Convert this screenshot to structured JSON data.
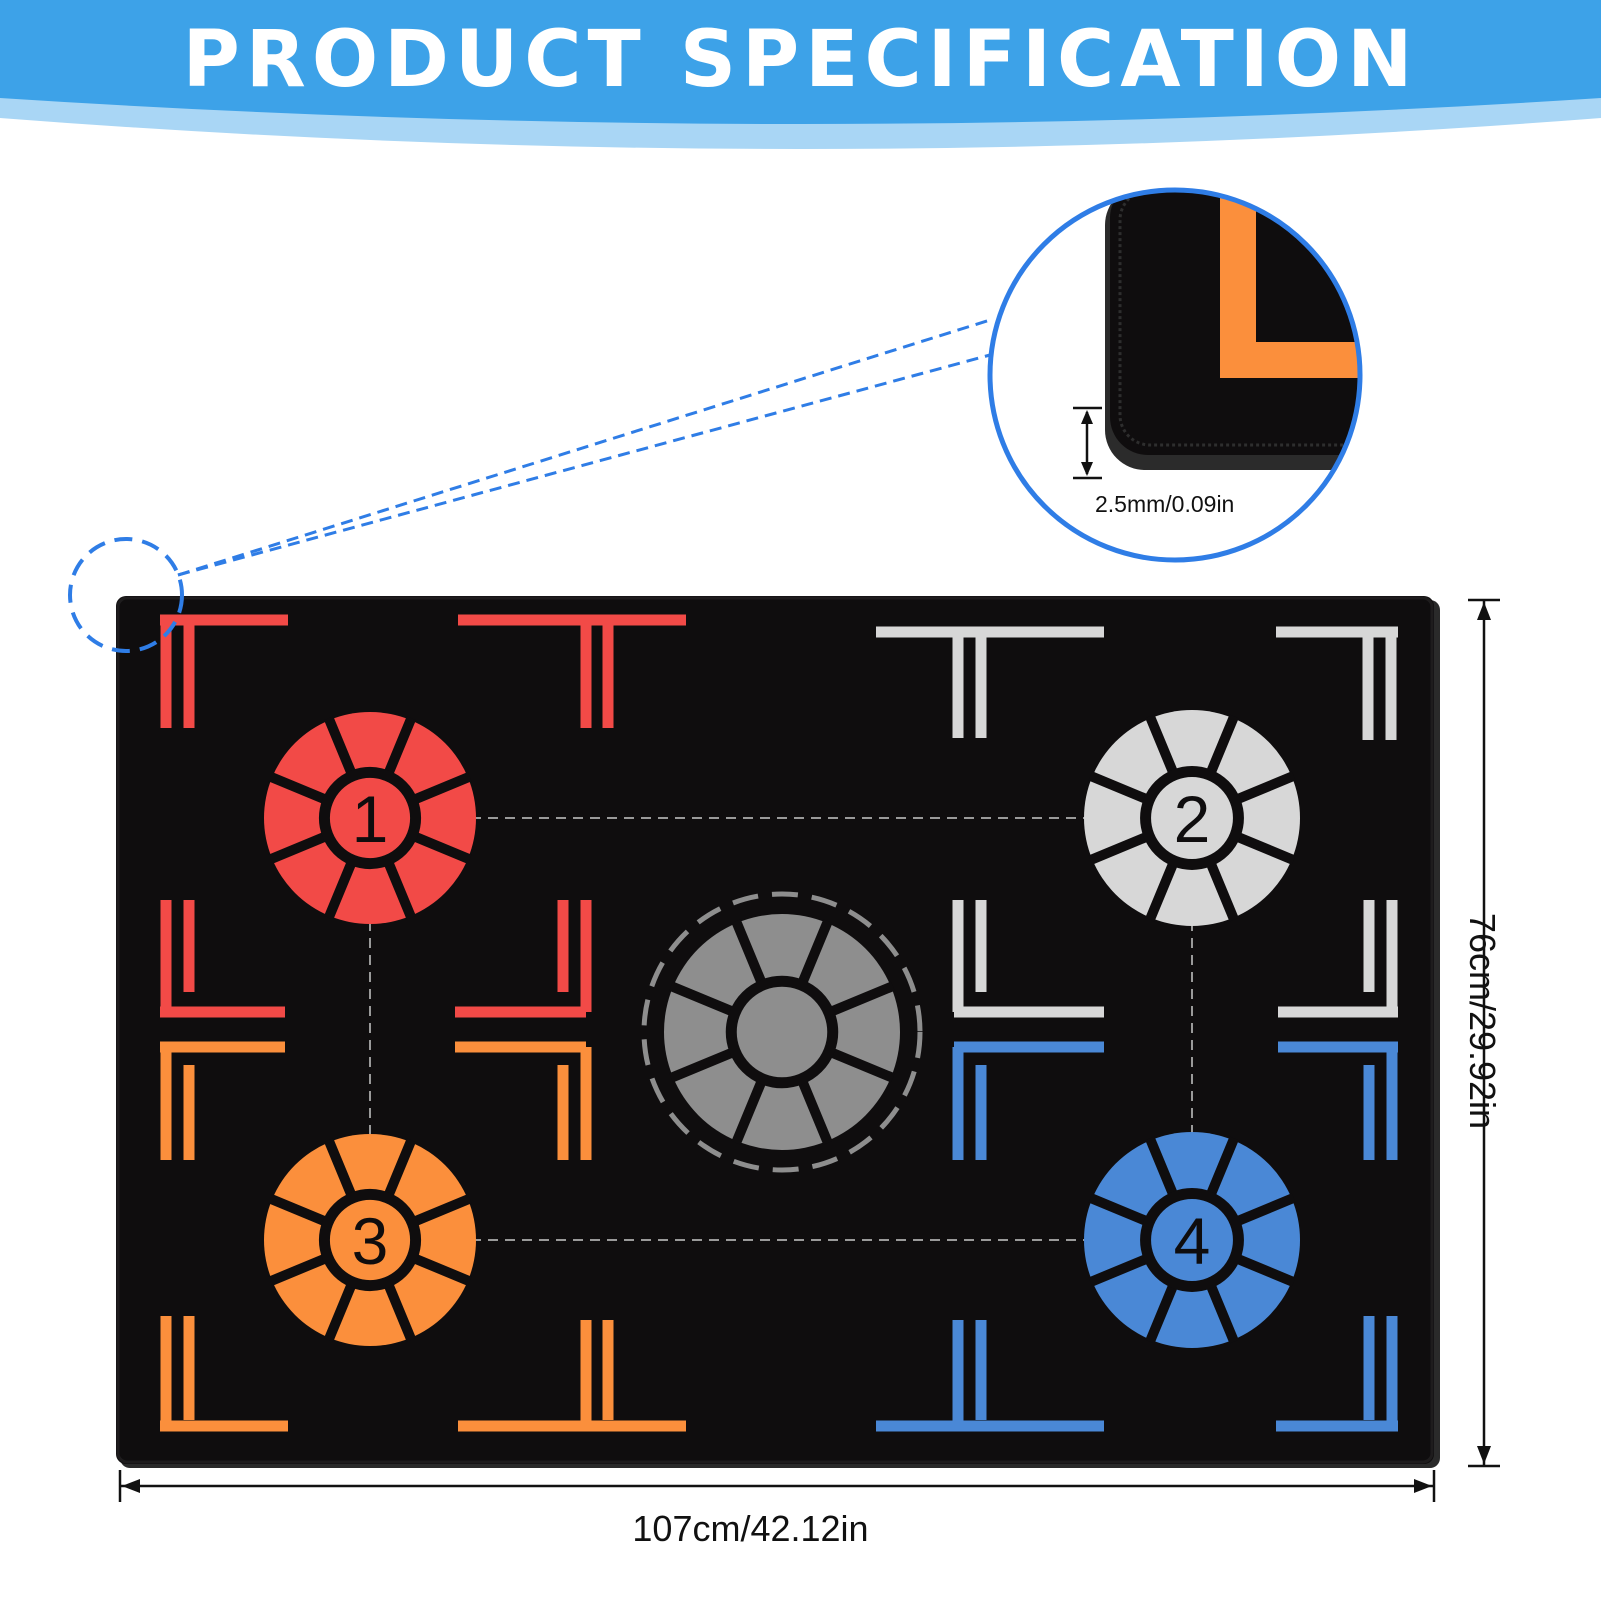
{
  "banner": {
    "title": "PRODUCT SPECIFICATION",
    "color_top": "#3da2e8",
    "color_bottom": "#a9d6f5"
  },
  "dimensions": {
    "width": "107cm/42.12in",
    "height": "76cm/29.92in",
    "thickness": "2.5mm/0.09in"
  },
  "pads": [
    {
      "number": "1",
      "color": "#f24a47"
    },
    {
      "number": "2",
      "color": "#d7d7d7"
    },
    {
      "number": "3",
      "color": "#fb8f3c"
    },
    {
      "number": "4",
      "color": "#4a88d6"
    },
    {
      "number": "",
      "color": "#8e8e8e"
    }
  ],
  "colors": {
    "mat": "#0f0d0e",
    "red": "#f24a47",
    "white": "#d7d7d7",
    "orange": "#fb8f3c",
    "blue": "#4a88d6",
    "callout": "#2f7de6"
  }
}
